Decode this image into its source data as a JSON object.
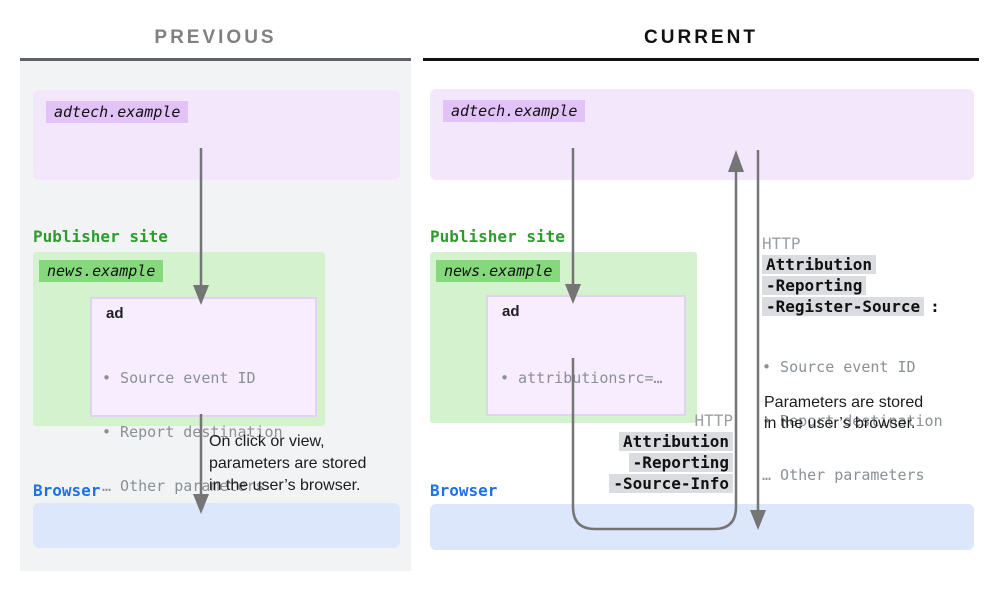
{
  "titles": {
    "previous": "PREVIOUS",
    "current": "CURRENT"
  },
  "previous": {
    "adtech_label": "adtech.example",
    "publisher_label": "Publisher site",
    "news_label": "news.example",
    "ad_title": "ad",
    "ad_params": [
      "• Source event ID",
      "• Report destination",
      "… Other parameters"
    ],
    "arrow_note": [
      "On click or view,",
      "parameters are stored",
      "in the user’s browser."
    ],
    "browser_label": "Browser"
  },
  "current": {
    "adtech_label": "adtech.example",
    "publisher_label": "Publisher site",
    "news_label": "news.example",
    "ad_title": "ad",
    "ad_params": [
      "• attributionsrc=…"
    ],
    "request_header": {
      "protocol": "HTTP",
      "lines": [
        "Attribution",
        "-Reporting",
        "-Source-Info"
      ]
    },
    "response_header": {
      "protocol": "HTTP",
      "lines": [
        "Attribution",
        "-Reporting",
        "-Register-Source"
      ],
      "colon": ":",
      "params": [
        "• Source event ID",
        "• Report destination",
        "… Other parameters"
      ]
    },
    "storage_note": [
      "Parameters are stored",
      "in the user’s browser."
    ],
    "browser_label": "Browser"
  },
  "colors": {
    "purple_box": "#f3e7fc",
    "purple_label": "#e2c3f8",
    "green_box": "#d5f2ce",
    "green_label": "#85d97c",
    "green_text": "#2d9c2d",
    "blue_box": "#dce7fb",
    "blue_text": "#1a73e8",
    "gray_label": "#dadce0",
    "gray_mono_text": "#8a9096",
    "gray_http_text": "#9aa0a6",
    "arrow": "#757575",
    "previous_panel_bg": "#f2f3f4"
  }
}
